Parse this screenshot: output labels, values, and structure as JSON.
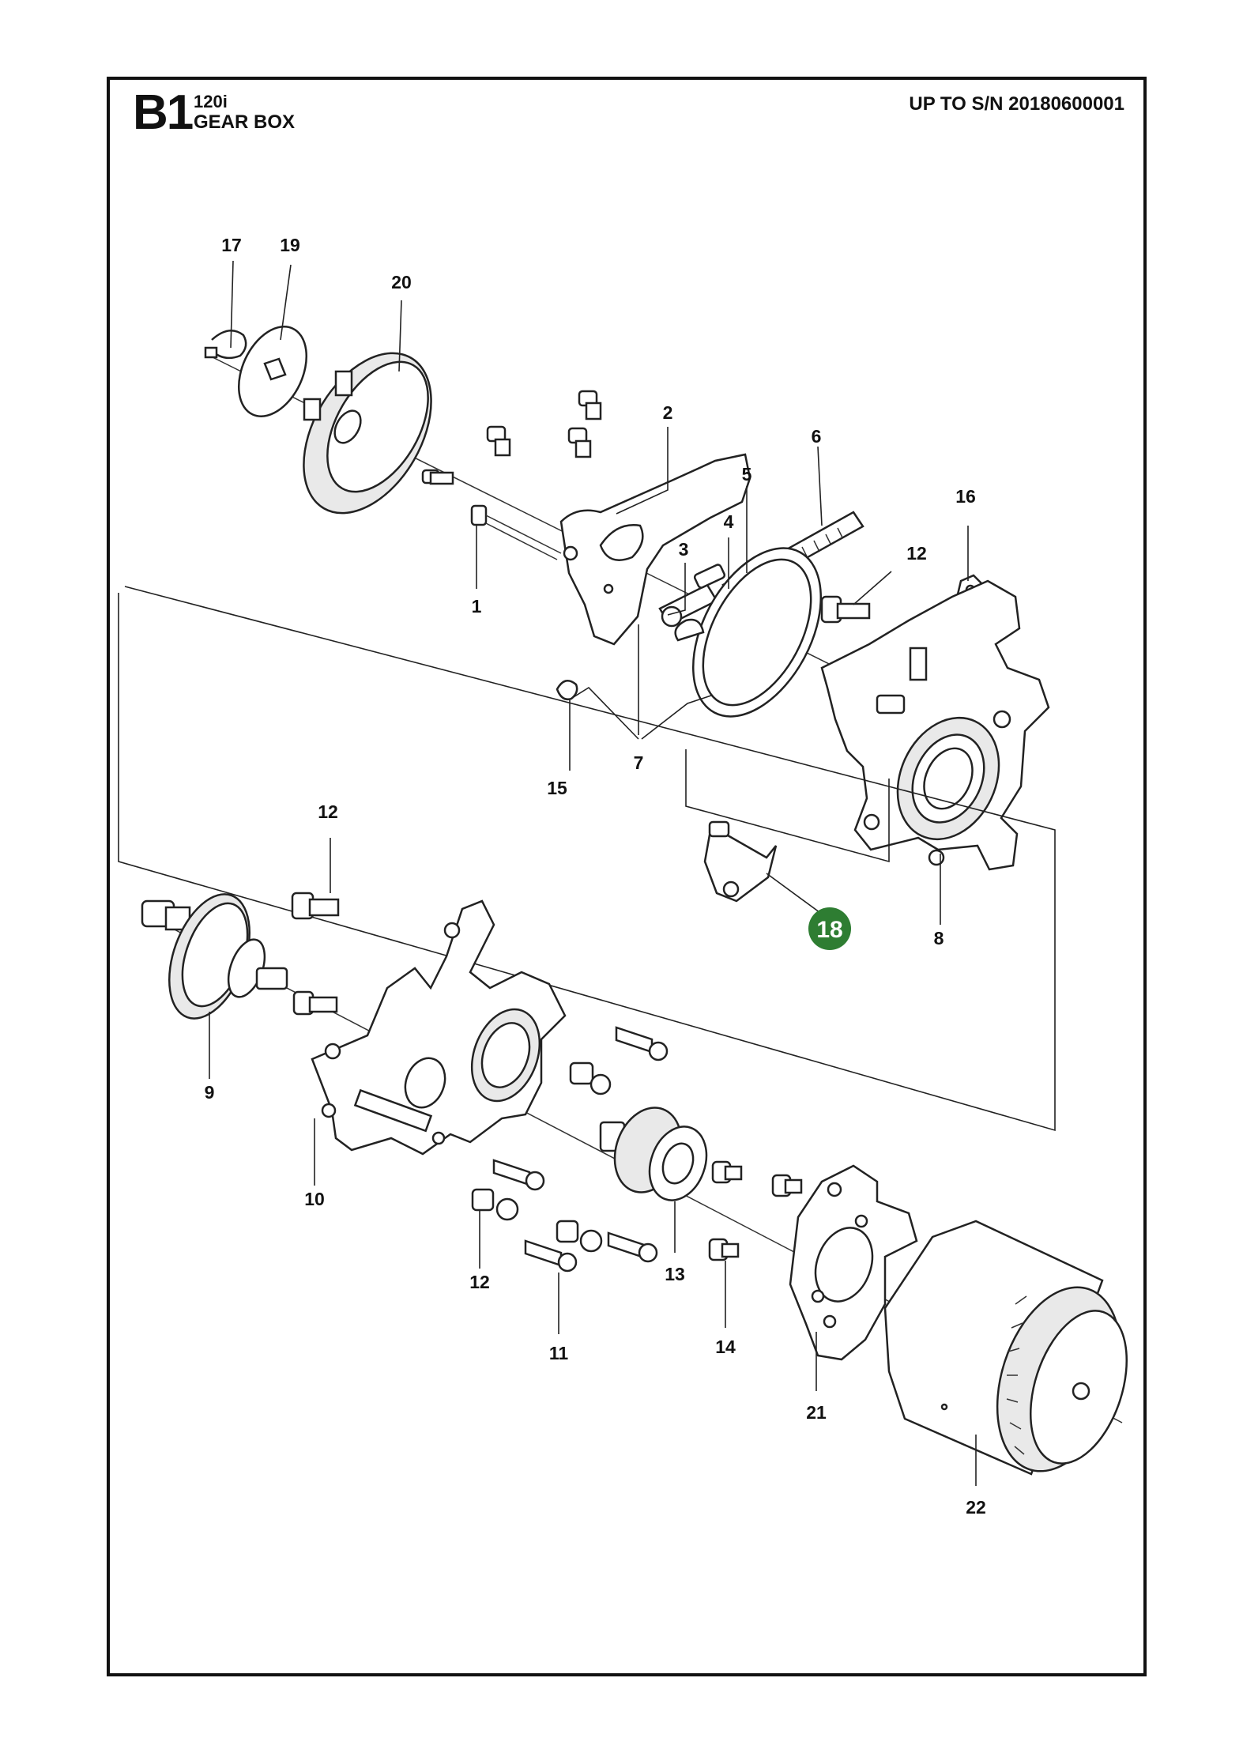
{
  "header": {
    "sheet_code": "B1",
    "model": "120i",
    "section": "GEAR BOX",
    "serial_note": "UP TO S/N 20180600001"
  },
  "highlight": {
    "part": "18",
    "color": "#2e7d32"
  },
  "parts": [
    {
      "id": "p1",
      "label": "1"
    },
    {
      "id": "p2",
      "label": "2"
    },
    {
      "id": "p3",
      "label": "3"
    },
    {
      "id": "p4",
      "label": "4"
    },
    {
      "id": "p5",
      "label": "5"
    },
    {
      "id": "p6",
      "label": "6"
    },
    {
      "id": "p7",
      "label": "7"
    },
    {
      "id": "p8",
      "label": "8"
    },
    {
      "id": "p9",
      "label": "9"
    },
    {
      "id": "p10",
      "label": "10"
    },
    {
      "id": "p11",
      "label": "11"
    },
    {
      "id": "p12a",
      "label": "12"
    },
    {
      "id": "p12b",
      "label": "12"
    },
    {
      "id": "p12c",
      "label": "12"
    },
    {
      "id": "p13",
      "label": "13"
    },
    {
      "id": "p14",
      "label": "14"
    },
    {
      "id": "p15",
      "label": "15"
    },
    {
      "id": "p16",
      "label": "16"
    },
    {
      "id": "p17",
      "label": "17"
    },
    {
      "id": "p19",
      "label": "19"
    },
    {
      "id": "p20",
      "label": "20"
    },
    {
      "id": "p21",
      "label": "21"
    },
    {
      "id": "p22",
      "label": "22"
    }
  ]
}
